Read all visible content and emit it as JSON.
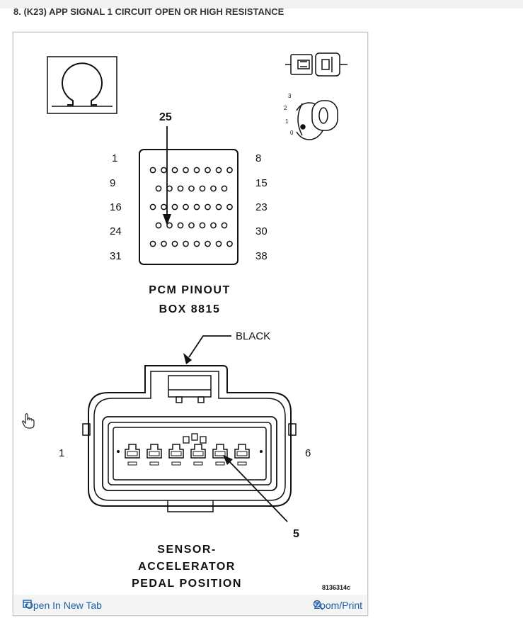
{
  "page": {
    "step_title": "8. (K23) APP SIGNAL 1 CIRCUIT OPEN OR HIGH RESISTANCE"
  },
  "diagram": {
    "pcm_pin_callout": "25",
    "pcm_pin_labels_left": [
      "1",
      "9",
      "16",
      "24",
      "31"
    ],
    "pcm_pin_labels_right": [
      "8",
      "15",
      "23",
      "30",
      "38"
    ],
    "pcm_caption_line1": "PCM PINOUT",
    "pcm_caption_line2": "BOX 8815",
    "connector_color_label": "BLACK",
    "connector_pin_left": "1",
    "connector_pin_right": "6",
    "connector_pin_callout": "5",
    "sensor_caption_line1": "SENSOR-",
    "sensor_caption_line2": "ACCELERATOR",
    "sensor_caption_line3": "PEDAL POSITION",
    "figure_code": "8136314c",
    "switch_positions": [
      "3",
      "2",
      "1",
      "0"
    ]
  },
  "footer": {
    "open_new_tab_label": "Open In New Tab",
    "zoom_print_label": "Zoom/Print"
  },
  "icons": {
    "open_new_tab": "external-tab-icon",
    "zoom_print": "magnifier-plus-icon",
    "ohm_symbol": "ohmmeter-icon",
    "connector_disconnect": "connector-disconnect-icon",
    "ignition_key": "ignition-key-icon",
    "cursor": "hand-pointer-icon"
  },
  "colors": {
    "link": "#1b5fa8",
    "title": "#333333",
    "line": "#111111"
  }
}
